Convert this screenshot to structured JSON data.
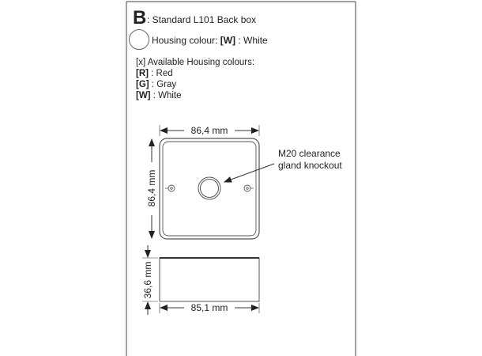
{
  "header": {
    "letter": "B",
    "title": ": Standard L101 Back box"
  },
  "housing": {
    "label": "Housing colour: ",
    "code": "[W]",
    "value": " : White"
  },
  "available": {
    "heading": "[x] Available Housing colours:",
    "colours": [
      {
        "code": "[R]",
        "name": " : Red"
      },
      {
        "code": "[G]",
        "name": " : Gray"
      },
      {
        "code": "[W]",
        "name": " : White"
      }
    ]
  },
  "drawing": {
    "top_width": "86,4 mm",
    "top_height": "86,4 mm",
    "callout_line1": "M20 clearance",
    "callout_line2": "gland knockout",
    "side_height": "36,6 mm",
    "side_width": "85,1 mm"
  },
  "colors": {
    "line": "#555555",
    "text": "#222222"
  }
}
